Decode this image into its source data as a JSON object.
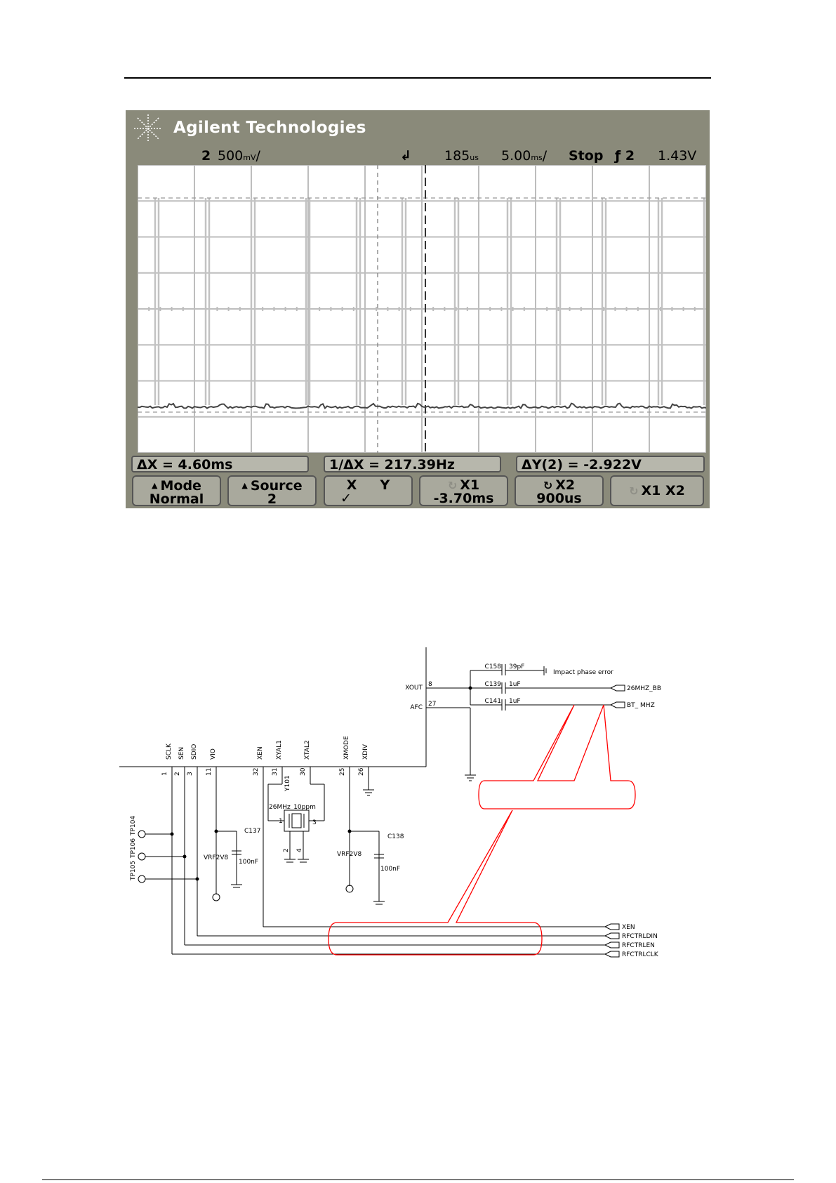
{
  "scope": {
    "brand": "Agilent Technologies",
    "channel": "2",
    "volts_per_div": "500",
    "volts_unit": "mV",
    "delay": "185",
    "delay_unit": "us",
    "time_per_div": "5.00",
    "time_unit": "ms",
    "run_state": "Stop",
    "trigger_symbol": "ƒ",
    "trigger_source": "2",
    "trigger_level": "1.43V",
    "measurements": {
      "delta_x": "ΔX = 4.60ms",
      "inv_delta_x": "1/ΔX = 217.39Hz",
      "delta_y": "ΔY(2) = -2.922V"
    },
    "softkeys": {
      "mode_label": "Mode",
      "mode_value": "Normal",
      "source_label": "Source",
      "source_value": "2",
      "xy_x": "X",
      "xy_y": "Y",
      "xy_check": "✓",
      "x1_label": "X1",
      "x1_value": "-3.70ms",
      "x2_label": "X2",
      "x2_value": "900us",
      "x1x2_label": "X1 X2"
    },
    "colors": {
      "bezel": "#8a8a7a",
      "screen": "#ffffff",
      "trace": "#444444",
      "pulse": "#bbbbbb"
    }
  },
  "schematic": {
    "pins_bottom": [
      {
        "num": "1",
        "name": "SCLK"
      },
      {
        "num": "2",
        "name": "SEN"
      },
      {
        "num": "3",
        "name": "SDIO"
      },
      {
        "num": "11",
        "name": "VIO"
      },
      {
        "num": "32",
        "name": "XEN"
      },
      {
        "num": "31",
        "name": "XYAL1"
      },
      {
        "num": "30",
        "name": "XTAL2"
      },
      {
        "num": "25",
        "name": "XMODE"
      },
      {
        "num": "26",
        "name": "XDIV"
      }
    ],
    "pins_side": [
      {
        "num": "8",
        "name": "XOUT"
      },
      {
        "num": "27",
        "name": "AFC"
      }
    ],
    "testpoints": [
      "TP104",
      "TP106",
      "TP105"
    ],
    "caps": [
      {
        "ref": "C158",
        "value": "39pF"
      },
      {
        "ref": "C139",
        "value": "1uF"
      },
      {
        "ref": "C141",
        "value": "1uF"
      },
      {
        "ref": "C137",
        "value": "100nF"
      },
      {
        "ref": "C138",
        "value": "100nF"
      }
    ],
    "crystal": {
      "ref": "Y101",
      "value": "26MHz_10ppm",
      "pins": [
        "1",
        "2",
        "3",
        "4"
      ]
    },
    "supplies": [
      "VRF2V8",
      "VRF2V8"
    ],
    "nets_right": [
      "26MHZ_BB",
      "BT_ MHZ"
    ],
    "nets_bottom": [
      "XEN",
      "RFCTRLDIN",
      "RFCTRLEN",
      "RFCTRLCLK"
    ],
    "note": "Impact phase error",
    "callout_color": "#ff0000"
  }
}
